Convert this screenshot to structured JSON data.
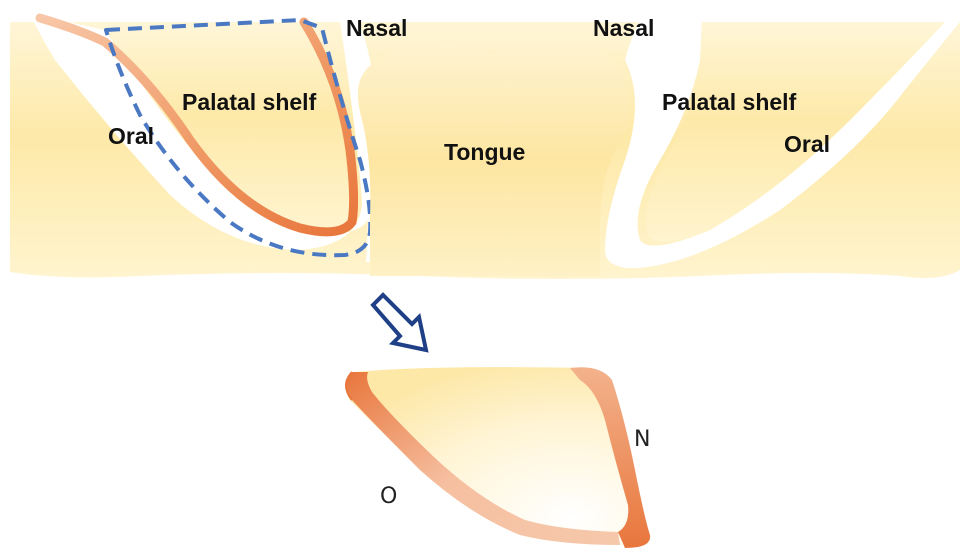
{
  "labels": {
    "nasal_left": "Nasal",
    "nasal_right": "Nasal",
    "palatal_shelf_left": "Palatal shelf",
    "palatal_shelf_right": "Palatal shelf",
    "oral_left": "Oral",
    "oral_right": "Oral",
    "tongue": "Tongue",
    "detail_oral": "O",
    "detail_nasal": "N"
  },
  "colors": {
    "tissue_light": "#fff2c4",
    "tissue_mid": "#fbe7a4",
    "epithelium_orange": "#e8824a",
    "epithelium_light": "#f4b48a",
    "dashed_outline": "#4a78c2",
    "arrow": "#1f3f86"
  }
}
